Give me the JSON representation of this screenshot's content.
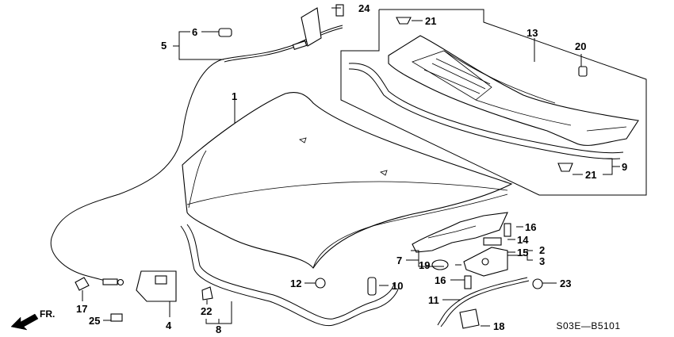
{
  "diagram": {
    "code": "S03E—B5101",
    "direction_label": "FR.",
    "parts": {
      "p1": "1",
      "p2": "2",
      "p3": "3",
      "p4": "4",
      "p5": "5",
      "p6": "6",
      "p7": "7",
      "p8": "8",
      "p9": "9",
      "p10": "10",
      "p11": "11",
      "p12": "12",
      "p13": "13",
      "p14": "14",
      "p15": "15",
      "p16a": "16",
      "p16b": "16",
      "p17": "17",
      "p18": "18",
      "p19": "19",
      "p20": "20",
      "p21a": "21",
      "p21b": "21",
      "p22": "22",
      "p23": "23",
      "p24": "24",
      "p25": "25"
    }
  }
}
